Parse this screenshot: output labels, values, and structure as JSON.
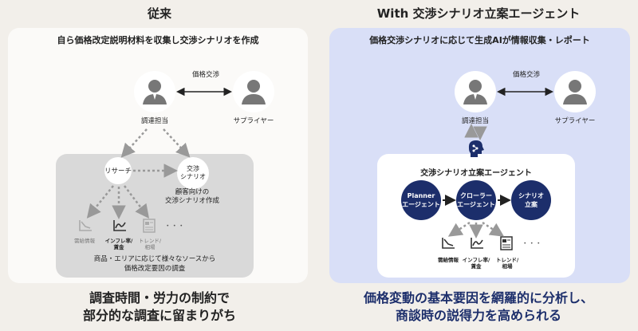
{
  "left": {
    "heading": "従来",
    "subtitle": "自ら価格改定説明材料を収集し交渉シナリオを作成",
    "arrow_label": "価格交渉",
    "person_main": "調達担当",
    "person_other": "サプライヤー",
    "research": "リサーチ",
    "scenario_l1": "交渉",
    "scenario_l2": "シナリオ",
    "scenario_note_l1": "顧客向けの",
    "scenario_note_l2": "交渉シナリオ作成",
    "src1": "需給情報",
    "src2_l1": "インフレ率/",
    "src2_l2": "賃金",
    "src3_l1": "トレンド/",
    "src3_l2": "相場",
    "dots": "・・・",
    "note_l1": "商品・エリアに応じて様々なソースから",
    "note_l2": "価格改定要因の調査",
    "bottom_l1": "調査時間・労力の制約で",
    "bottom_l2": "部分的な調査に留まりがち"
  },
  "right": {
    "heading": "With 交渉シナリオ立案エージェント",
    "subtitle": "価格交渉シナリオに応じて生成AIが情報収集・レポート",
    "arrow_label": "価格交渉",
    "person_main": "調達担当",
    "person_other": "サプライヤー",
    "agent_box_title": "交渉シナリオ立案エージェント",
    "planner_l1": "Planner",
    "planner_l2": "エージェント",
    "crawler_l1": "クローラー",
    "crawler_l2": "エージェント",
    "scenario_l1": "シナリオ",
    "scenario_l2": "立案",
    "src1": "需給情報",
    "src2_l1": "インフレ率/",
    "src2_l2": "賃金",
    "src3_l1": "トレンド/",
    "src3_l2": "相場",
    "dots": "・・・",
    "bottom_l1": "価格変動の基本要因を網羅的に分析し、",
    "bottom_l2": "商談時の説得力を高められる"
  },
  "colors": {
    "background": "#f2efea",
    "right_panel": "#d9dff7",
    "navy": "#1c2e6b",
    "gray_box": "#d9d9d9"
  },
  "icons": [
    "person-icon",
    "chart-down-icon",
    "chart-up-icon",
    "document-icon",
    "ai-head-icon"
  ]
}
